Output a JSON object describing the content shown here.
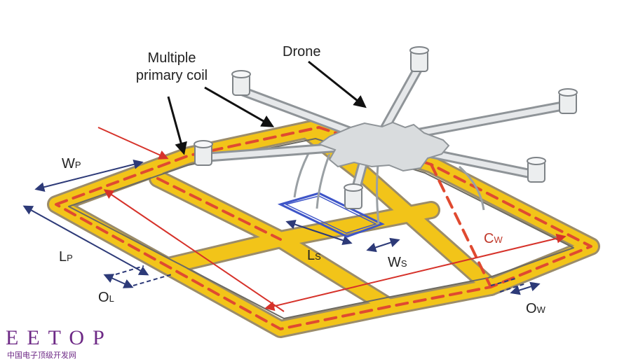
{
  "labels": {
    "multiple_primary_coil_line1": "Multiple",
    "multiple_primary_coil_line2": "primary coil",
    "drone": "Drone",
    "wp_main": "W",
    "wp_sub": "P",
    "lp_main": "L",
    "lp_sub": "P",
    "ol_main": "O",
    "ol_sub": "L",
    "ls_main": "L",
    "ls_sub": "S",
    "ws_main": "W",
    "ws_sub": "S",
    "cw_main": "C",
    "cw_sub": "W",
    "ow_main": "O",
    "ow_sub": "W"
  },
  "watermark": {
    "letters": "EETOP",
    "subtitle": "中国电子顶级开发网"
  },
  "colors": {
    "coil_fill": "#f2c419",
    "coil_edge": "#a89a7a",
    "current_dash": "#e04a30",
    "dimension_arrow": "#2d3a78",
    "red_arrow": "#d6322a",
    "cw_label": "#c0392b",
    "secondary_coil": "#3e55c8",
    "drone_body": "#d9dcde",
    "drone_edge": "#8f9498",
    "watermark": "#6e2a86"
  }
}
